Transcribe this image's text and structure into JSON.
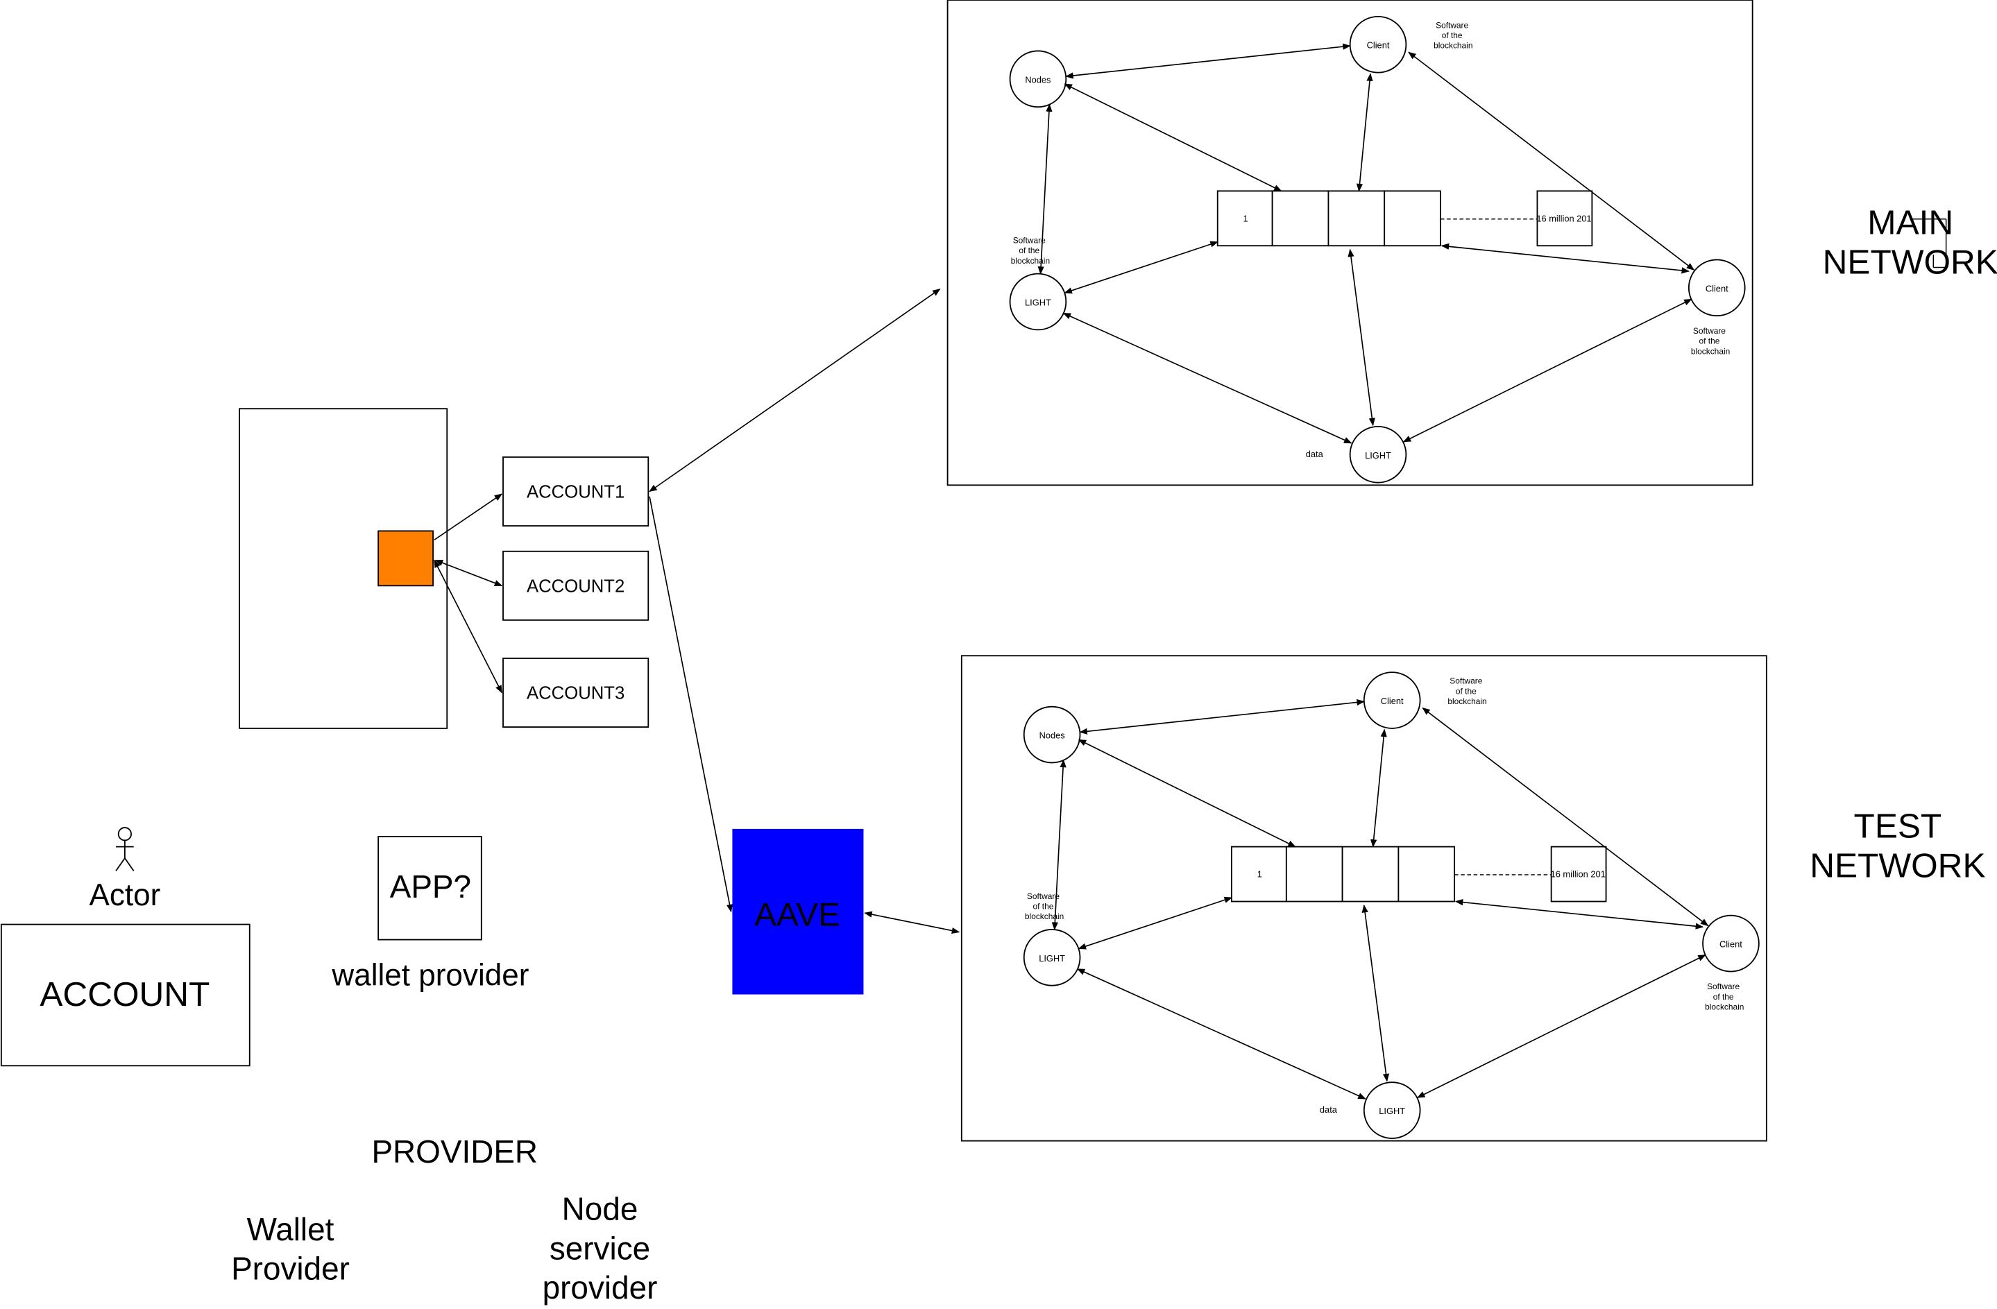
{
  "diagram": {
    "app_panel": {},
    "accounts": [
      "ACCOUNT1",
      "ACCOUNT2",
      "ACCOUNT3"
    ],
    "actor_label": "Actor",
    "account_label": "ACCOUNT",
    "app_label": "APP?",
    "wallet_provider_label": "wallet provider",
    "provider_label": "PROVIDER",
    "wallet_provider_title": [
      "Wallet",
      "Provider"
    ],
    "node_service_provider": [
      "Node",
      "service",
      "provider"
    ],
    "aave_label": "AAVE",
    "networks": [
      {
        "label": [
          "MAIN",
          "NETWORK"
        ],
        "nodes_label": "Nodes",
        "client_label": "Client",
        "light_label": "LIGHT",
        "software_label": [
          "Software",
          "of the",
          "blockchain"
        ],
        "data_label": "data",
        "block_first": "1",
        "block_last": "16 million 201"
      },
      {
        "label": [
          "TEST",
          "NETWORK"
        ],
        "nodes_label": "Nodes",
        "client_label": "Client",
        "light_label": "LIGHT",
        "software_label": [
          "Software",
          "of the",
          "blockchain"
        ],
        "data_label": "data",
        "block_first": "1",
        "block_last": "16 million 201"
      }
    ],
    "colors": {
      "app_icon": "#ff8000",
      "aave": "#0000ff",
      "line": "#000000"
    }
  }
}
